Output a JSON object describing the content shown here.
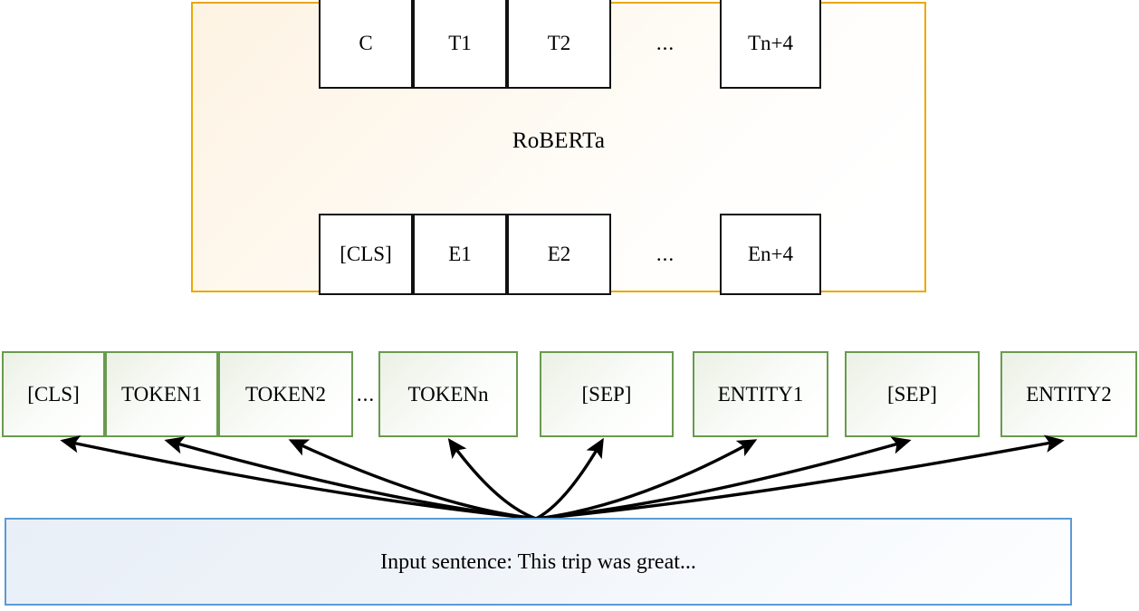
{
  "diagram": {
    "title": "RoBERTa entity-pair input encoding diagram",
    "colors": {
      "encoder_border": "#E8A900",
      "encoder_fill": "#FDF3E3",
      "cell_border": "#111111",
      "token_border": "#6A9A4E",
      "token_fill": "#EBF1E6",
      "input_border": "#5B9BD5",
      "input_fill": "#E9EFF7",
      "arrow": "#000000"
    }
  },
  "encoder": {
    "label": "RoBERTa",
    "output_row": {
      "cells": [
        {
          "label": "C"
        },
        {
          "label": "T1"
        },
        {
          "label": "T2"
        },
        {
          "label": "Tn+4"
        }
      ],
      "ellipsis": "..."
    },
    "input_row": {
      "cells": [
        {
          "label": "[CLS]"
        },
        {
          "label": "E1"
        },
        {
          "label": "E2"
        },
        {
          "label": "En+4"
        }
      ],
      "ellipsis": "..."
    }
  },
  "tokens": {
    "ellipsis": "...",
    "items": [
      {
        "label": "[CLS]"
      },
      {
        "label": "TOKEN1"
      },
      {
        "label": "TOKEN2"
      },
      {
        "label": "TOKENn"
      },
      {
        "label": "[SEP]"
      },
      {
        "label": "ENTITY1"
      },
      {
        "label": "[SEP]"
      },
      {
        "label": "ENTITY2"
      }
    ]
  },
  "input_sentence": {
    "text": "Input sentence: This trip was great..."
  }
}
